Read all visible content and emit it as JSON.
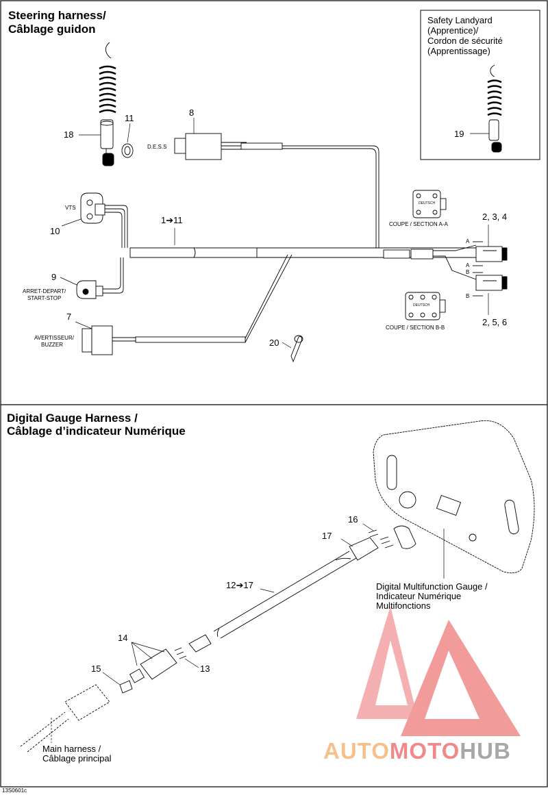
{
  "sections": {
    "steering": {
      "title_line1": "Steering harness/",
      "title_line2": "Câblage guidon"
    },
    "digital": {
      "title_line1": "Digital Gauge Harness /",
      "title_line2": "Câblage d’indicateur Numérique"
    }
  },
  "landyard_box": {
    "line1": "Safety Landyard",
    "line2": "(Apprentice)/",
    "line3": "Cordon de sécurité",
    "line4": "(Apprentissage)"
  },
  "callouts": {
    "c18": "18",
    "c11": "11",
    "c8": "8",
    "c19": "19",
    "c10": "10",
    "c1_11": "1➔11",
    "c234": "2, 3, 4",
    "c9": "9",
    "c7": "7",
    "c20": "20",
    "c256": "2, 5, 6",
    "c16": "16",
    "c17": "17",
    "c12_17": "12➔17",
    "c14": "14",
    "c15": "15",
    "c13": "13"
  },
  "labels": {
    "dess": "D.E.S.S",
    "vts": "VTS",
    "start_stop_fr": "ARRET-DEPART/",
    "start_stop_en": "START-STOP",
    "buzzer_fr": "AVERTISSEUR/",
    "buzzer_en": "BUZZER",
    "section_aa": "COUPE / SECTION A-A",
    "section_bb": "COUPE / SECTION B-B",
    "deutsch": "DEUTSCH",
    "arrow_a": "A",
    "arrow_b": "B",
    "gauge_line1": "Digital Multifunction Gauge /",
    "gauge_line2": "Indicateur Numérique",
    "gauge_line3": "Multifonctions",
    "main_line1": "Main harness /",
    "main_line2": "Câblage principal",
    "figure_code": "13S0601c"
  },
  "watermark": {
    "part1": "AUTO",
    "part2": "MOTO",
    "part3": "HUB",
    "color_orange": "#f5c089",
    "color_red": "#f08a8a",
    "color_gray": "#a7a7a7"
  }
}
